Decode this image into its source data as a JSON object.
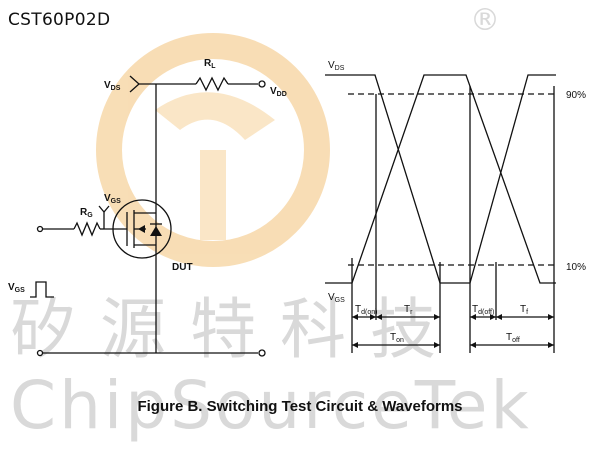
{
  "part_number": "CST60P02D",
  "caption": "Figure B. Switching Test Circuit & Waveforms",
  "watermark": {
    "chinese": "矽源特科技",
    "english": "ChipSourceTek",
    "registered": "®",
    "logo_color": "#f3c27a"
  },
  "circuit": {
    "vds": {
      "main": "V",
      "sub": "DS"
    },
    "rl": {
      "main": "R",
      "sub": "L"
    },
    "vdd": {
      "main": "V",
      "sub": "DD"
    },
    "vgs": {
      "main": "V",
      "sub": "GS"
    },
    "rg": {
      "main": "R",
      "sub": "G"
    },
    "dut": "DUT",
    "vgs_pulse": {
      "main": "V",
      "sub": "GS"
    }
  },
  "waveform": {
    "vds": {
      "main": "V",
      "sub": "DS"
    },
    "vgs": {
      "main": "V",
      "sub": "GS"
    },
    "pct90": "90%",
    "pct10": "10%",
    "td_on": {
      "main": "T",
      "sub": "d(on)"
    },
    "tr": {
      "main": "T",
      "sub": "r"
    },
    "td_off": {
      "main": "T",
      "sub": "d(off)"
    },
    "tf": {
      "main": "T",
      "sub": "f"
    },
    "ton": {
      "main": "T",
      "sub": "on"
    },
    "toff": {
      "main": "T",
      "sub": "off"
    }
  }
}
